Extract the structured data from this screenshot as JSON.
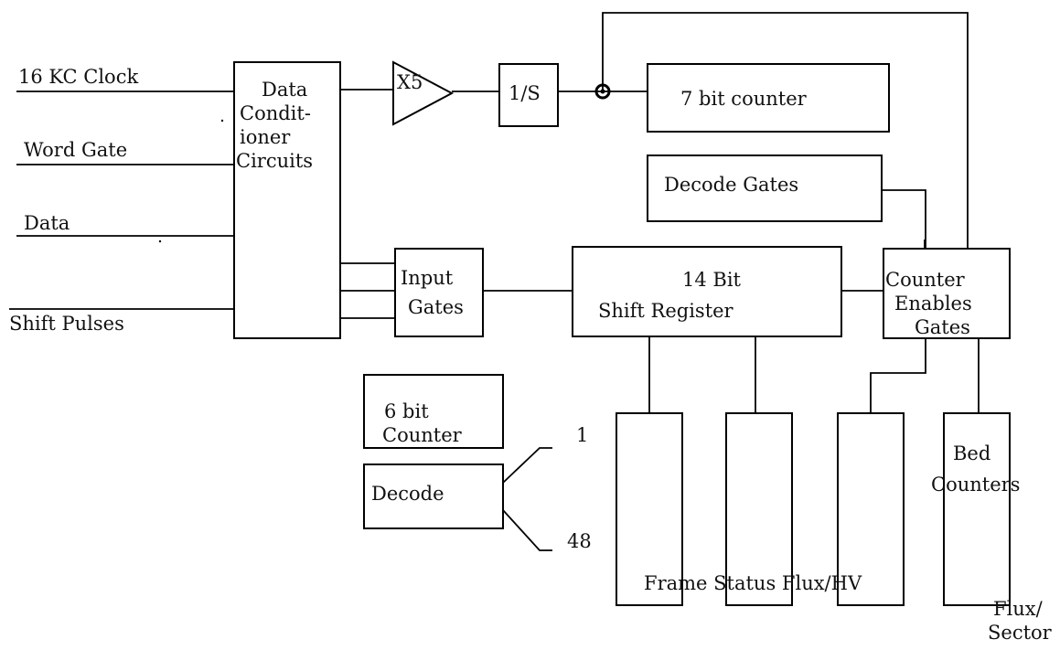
{
  "inputs": {
    "clock": "16 KC Clock",
    "word_gate": "Word Gate",
    "data": "Data",
    "shift_pulses": "Shift Pulses"
  },
  "blocks": {
    "data_conditioner": [
      "Data",
      "Condit-",
      "ioner",
      "Circuits"
    ],
    "amplifier": "X5",
    "one_shot": "1/S",
    "seven_bit_counter": "7 bit counter",
    "decode_gates": "Decode Gates",
    "input_gates": [
      "Input",
      "Gates"
    ],
    "shift_register": [
      "14 Bit",
      "Shift Register"
    ],
    "counter_enables": [
      "Counter",
      "Enables",
      "Gates"
    ],
    "six_bit_counter": [
      "6 bit",
      "Counter"
    ],
    "decode": "Decode",
    "bed_counters": [
      "Bed",
      "Counters"
    ]
  },
  "decode_outputs": {
    "first": "1",
    "last": "48"
  },
  "output_labels": {
    "bottom_row": "Frame Status Flux/HV",
    "flux_sector": [
      "Flux/",
      "Sector"
    ]
  }
}
